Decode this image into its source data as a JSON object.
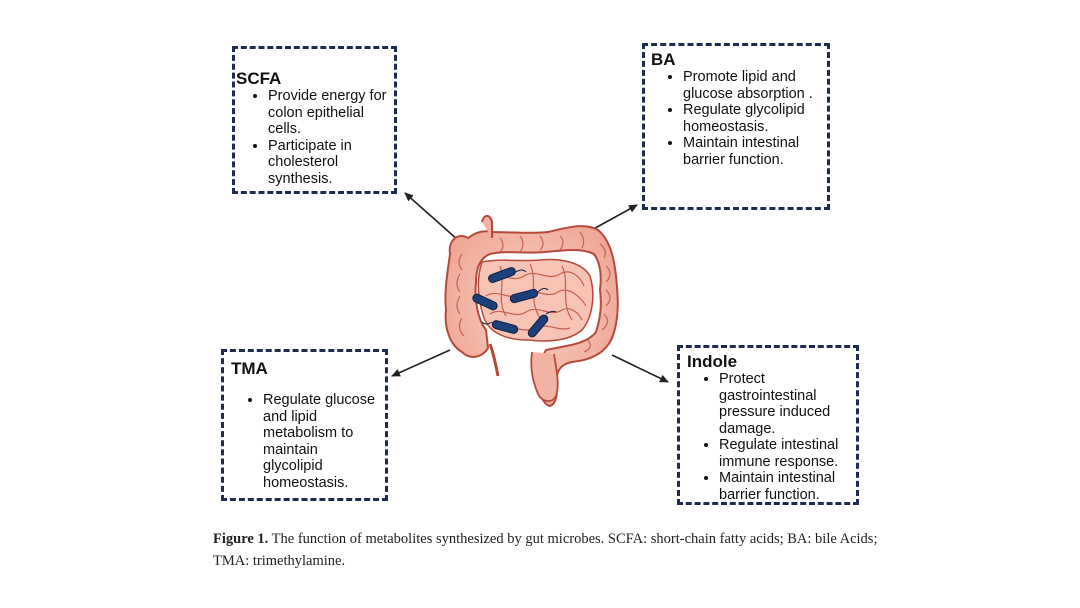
{
  "boxes": {
    "scfa": {
      "title": "SCFA",
      "items": [
        "Provide energy for colon epithelial cells.",
        "Participate in cholesterol synthesis."
      ]
    },
    "ba": {
      "title": "BA",
      "items": [
        "Promote lipid and glucose absorption .",
        "Regulate glycolipid homeostasis.",
        "Maintain intestinal barrier function."
      ]
    },
    "tma": {
      "title": "TMA",
      "items": [
        "Regulate glucose and lipid metabolism to maintain glycolipid homeostasis."
      ]
    },
    "indole": {
      "title": "Indole",
      "items": [
        "Protect gastrointestinal pressure induced damage.",
        "Regulate intestinal immune response.",
        "Maintain intestinal barrier function."
      ]
    }
  },
  "caption": {
    "label": "Figure 1.",
    "text": " The function of metabolites synthesized by gut microbes. SCFA: short-chain fatty acids; BA: bile Acids; TMA: trimethylamine."
  },
  "colors": {
    "box_border": "#1c2b50",
    "intestine_fill": "#f2b3a4",
    "intestine_stroke": "#b54a3a",
    "bacteria": "#1d3f7a"
  }
}
